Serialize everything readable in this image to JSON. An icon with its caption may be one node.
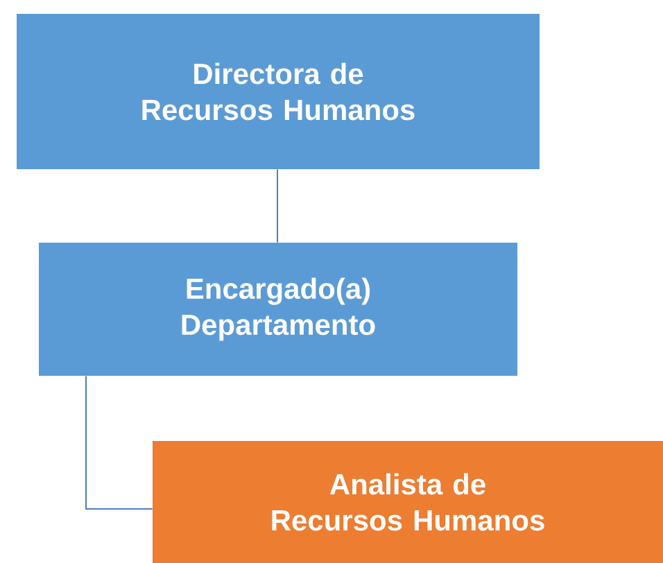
{
  "diagram": {
    "nodes": [
      {
        "text": [
          "Directora de Recursos Humanos"
        ]
      },
      {
        "text": [
          "Encargado(a) Departamento"
        ]
      },
      {
        "text": [
          "Analista de Recursos Humanos"
        ]
      }
    ],
    "edges": [
      {
        "from": 0,
        "to": 1,
        "arrow": "none"
      },
      {
        "from": 1,
        "to": 2,
        "arrow": "none"
      }
    ]
  }
}
